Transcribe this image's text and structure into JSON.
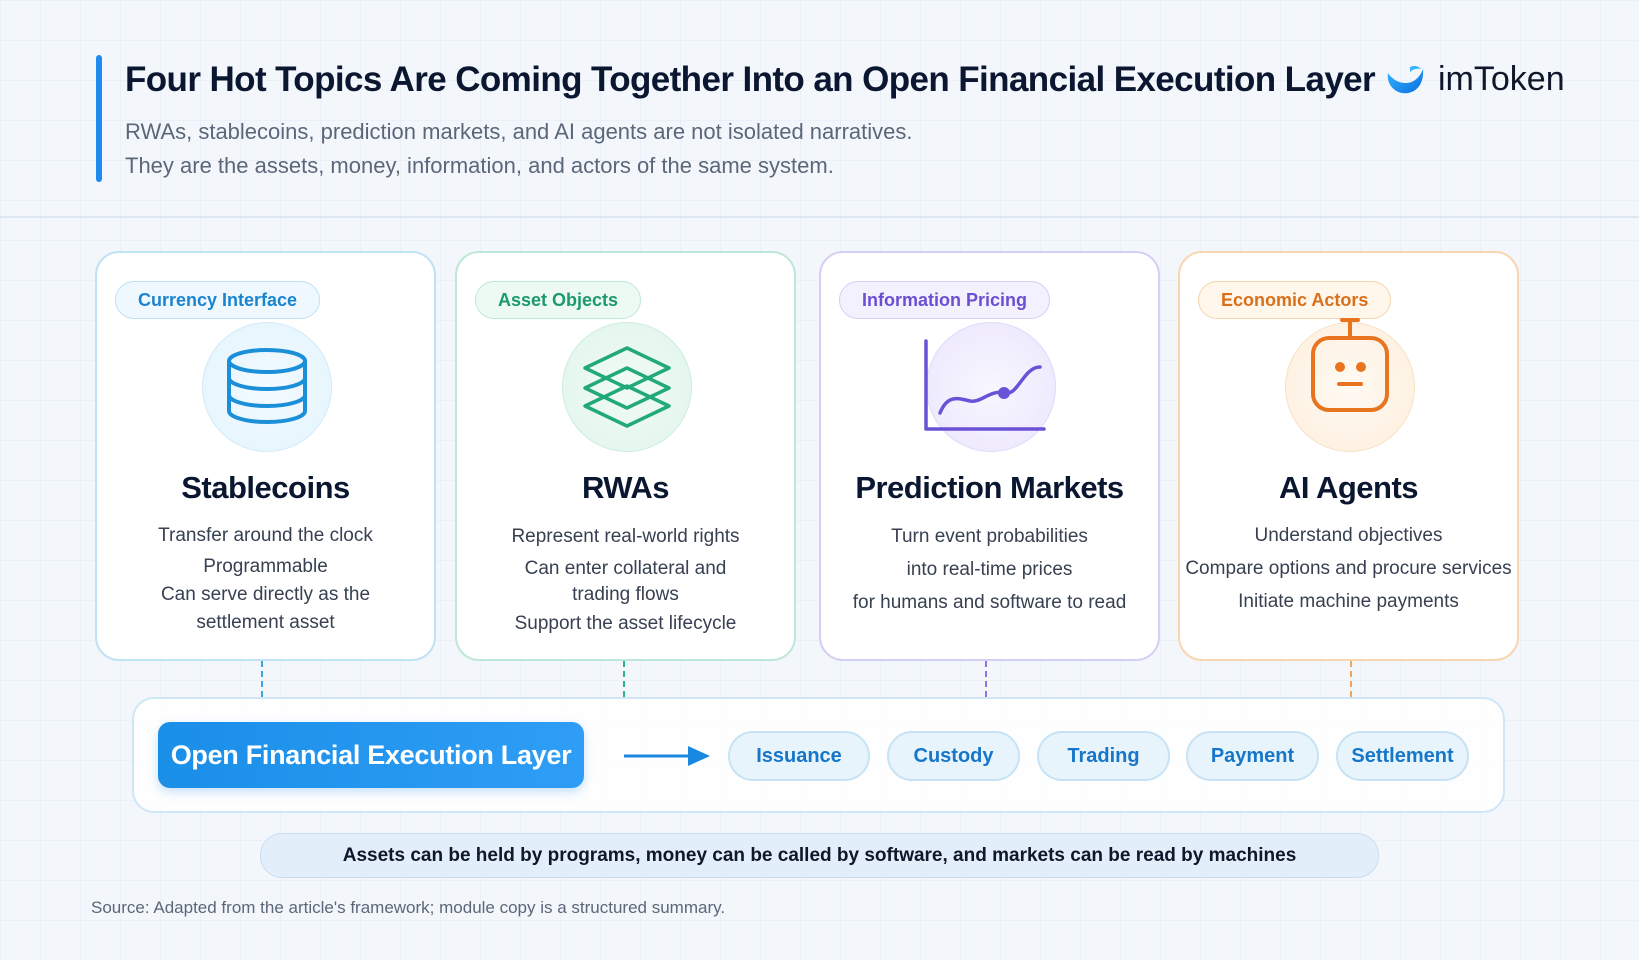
{
  "header": {
    "title": "Four Hot Topics Are Coming Together Into an Open Financial Execution Layer",
    "subtitle_line1": "RWAs, stablecoins, prediction markets, and AI agents are not isolated narratives.",
    "subtitle_line2": "They are the assets, money, information, and actors of the same system."
  },
  "logo": {
    "text": "imToken",
    "icon": "imtoken-logo-icon"
  },
  "colors": {
    "accent": "#1f8bf0",
    "stablecoins": "#1a84cf",
    "rwas": "#1c9a6c",
    "prediction": "#6b4fd3",
    "agents": "#d9701b"
  },
  "cards": [
    {
      "badge": "Currency Interface",
      "icon": "database-icon",
      "title": "Stablecoins",
      "lines": [
        "Transfer around the clock",
        "Programmable",
        "Can serve directly as the",
        "settlement asset"
      ]
    },
    {
      "badge": "Asset Objects",
      "icon": "layers-icon",
      "title": "RWAs",
      "lines": [
        "Represent real-world rights",
        "Can enter collateral and",
        "trading flows",
        "Support the asset lifecycle"
      ]
    },
    {
      "badge": "Information Pricing",
      "icon": "line-chart-icon",
      "title": "Prediction Markets",
      "lines": [
        "Turn event probabilities",
        "into real-time prices",
        "for humans and software to read"
      ]
    },
    {
      "badge": "Economic Actors",
      "icon": "robot-icon",
      "title": "AI Agents",
      "lines": [
        "Understand objectives",
        "Compare options and procure services",
        "Initiate machine payments"
      ]
    }
  ],
  "layer": {
    "label": "Open Financial Execution Layer",
    "steps": [
      "Issuance",
      "Custody",
      "Trading",
      "Payment",
      "Settlement"
    ]
  },
  "footer_note": "Assets can be held by programs, money can be called by software, and markets can be read by machines",
  "source": "Source: Adapted from the article's framework; module copy is a structured summary."
}
